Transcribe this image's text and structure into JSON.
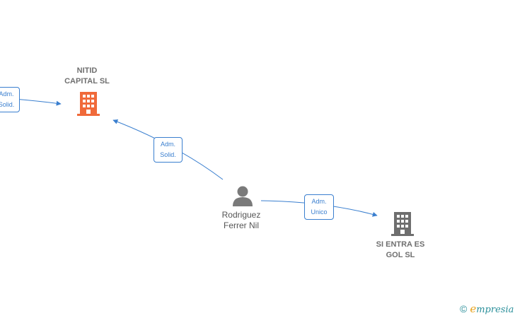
{
  "nodes": {
    "nitid": {
      "name": "NITID\nCAPITAL  SL",
      "color": "#f06a3a",
      "icon": "building-icon"
    },
    "si_entra": {
      "name": "SI ENTRA ES\nGOL  SL",
      "color": "#6e6e6e",
      "icon": "building-icon"
    },
    "rodriguez": {
      "name": "Rodriguez\nFerrer Nil",
      "color": "#7a7a7a",
      "icon": "person-icon"
    }
  },
  "edges": [
    {
      "from": "offscreen-left",
      "to": "nitid",
      "line1": "Adm.",
      "line2": "Solid."
    },
    {
      "from": "rodriguez",
      "to": "nitid",
      "line1": "Adm.",
      "line2": "Solid."
    },
    {
      "from": "rodriguez",
      "to": "si_entra",
      "line1": "Adm.",
      "line2": "Unico"
    }
  ],
  "edge_color": "#3a7fcf",
  "brand": {
    "copyright": "©",
    "initial": "e",
    "rest": "mpresia"
  }
}
